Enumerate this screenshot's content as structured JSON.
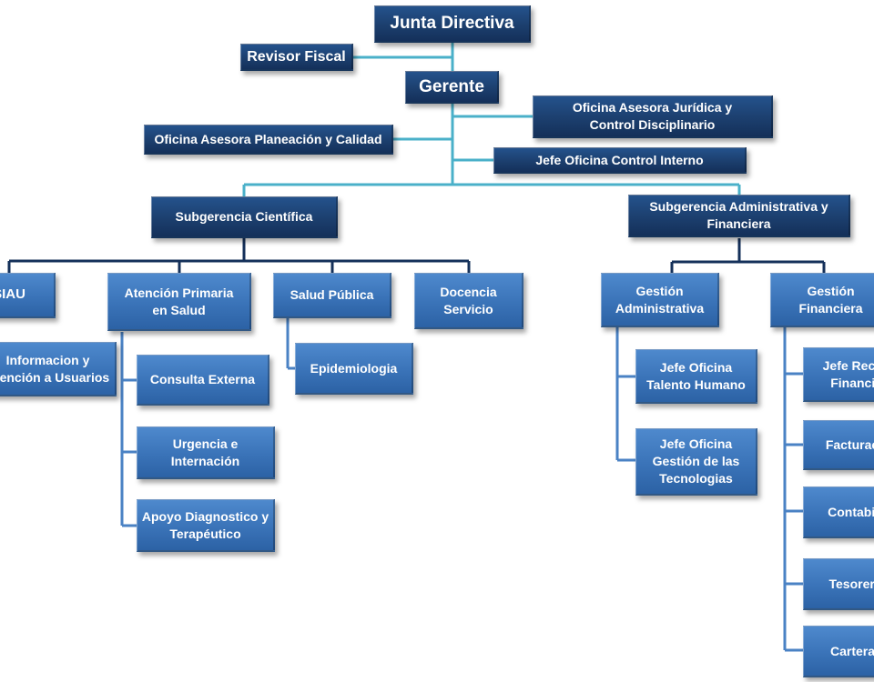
{
  "org_chart": {
    "junta_directiva": "Junta Directiva",
    "revisor_fiscal": "Revisor Fiscal",
    "gerente": "Gerente",
    "oficina_juridica": "Oficina Asesora Jurídica y\nControl Disciplinario",
    "oficina_planeacion": "Oficina Asesora Planeación y Calidad",
    "control_interno": "Jefe Oficina Control Interno",
    "subgerencia_cientifica": "Subgerencia Científica",
    "subgerencia_administrativa": "Subgerencia Administrativa y\nFinanciera",
    "siau": "SIAU",
    "informacion_usuarios": "Informacion y\nAtención a Usuarios",
    "atencion_primaria": "Atención Primaria\nen Salud",
    "consulta_externa": "Consulta Externa",
    "urgencia": "Urgencia e\nInternación",
    "apoyo_diagnostico": "Apoyo Diagnostico y\nTerapéutico",
    "salud_publica": "Salud Pública",
    "epidemiologia": "Epidemiologia",
    "docencia_servicio": "Docencia\nServicio",
    "gestion_administrativa": "Gestión\nAdministrativa",
    "talento_humano": "Jefe Oficina\nTalento Humano",
    "gestion_tecnologias": "Jefe Oficina\nGestión de las\nTecnologias",
    "gestion_financiera": "Gestión\nFinanciera",
    "recursos_financieros": "Jefe Recursos\nFinancieros",
    "facturacion": "Facturación",
    "contabilidad": "Contabilidad",
    "tesoreria": "Tesorería",
    "cartera": "Cartera"
  },
  "colors": {
    "dark_box": "#1c3f6e",
    "mid_box": "#3a73b8",
    "connector_light": "#4ab0c9",
    "connector_dark": "#14305a"
  }
}
